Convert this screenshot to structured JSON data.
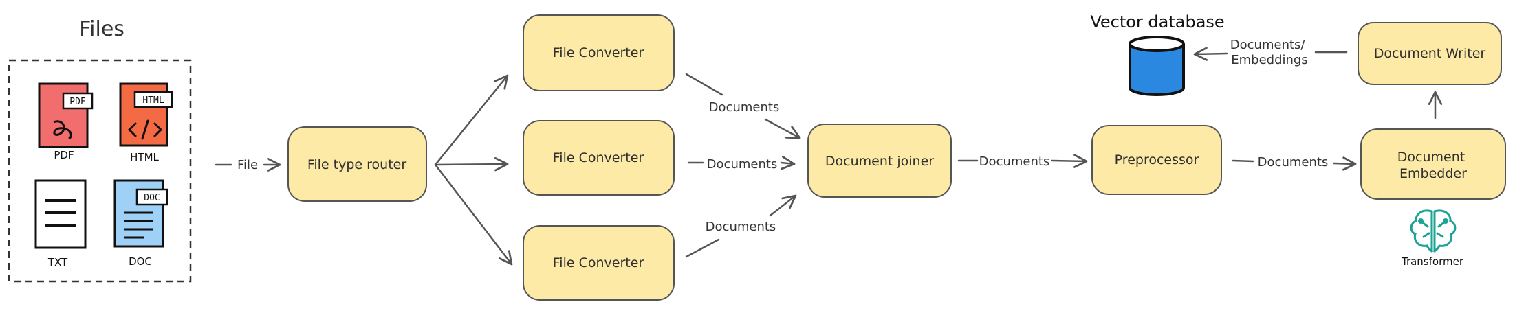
{
  "files_group": {
    "title": "Files",
    "items": [
      {
        "icon": "pdf-file-icon",
        "tag": "PDF",
        "label": "PDF",
        "color": "#f26d6d"
      },
      {
        "icon": "html-file-icon",
        "tag": "HTML",
        "label": "HTML",
        "color": "#f46a45"
      },
      {
        "icon": "txt-file-icon",
        "tag": "",
        "label": "TXT",
        "color": "#ffffff"
      },
      {
        "icon": "doc-file-icon",
        "tag": "DOC",
        "label": "DOC",
        "color": "#9fd0f5"
      }
    ]
  },
  "nodes": {
    "file_type_router": "File type router",
    "file_converter_1": "File Converter",
    "file_converter_2": "File Converter",
    "file_converter_3": "File Converter",
    "document_joiner": "Document joiner",
    "preprocessor": "Preprocessor",
    "document_embedder": [
      "Document",
      "Embedder"
    ],
    "document_writer": "Document Writer"
  },
  "edges": {
    "file": "File",
    "documents_1": "Documents",
    "documents_2": "Documents",
    "documents_3": "Documents",
    "documents_4": "Documents",
    "documents_5": "Documents",
    "documents_embeddings": [
      "Documents/",
      "Embeddings"
    ]
  },
  "vector_db": {
    "title": "Vector database",
    "icon": "database-cylinder-icon",
    "color": "#2b88e0"
  },
  "transformer": {
    "label": "Transformer",
    "icon": "brain-circuit-icon",
    "color": "#1aa394"
  },
  "colors": {
    "node_fill": "#fdeaa7",
    "stroke": "#555555"
  }
}
